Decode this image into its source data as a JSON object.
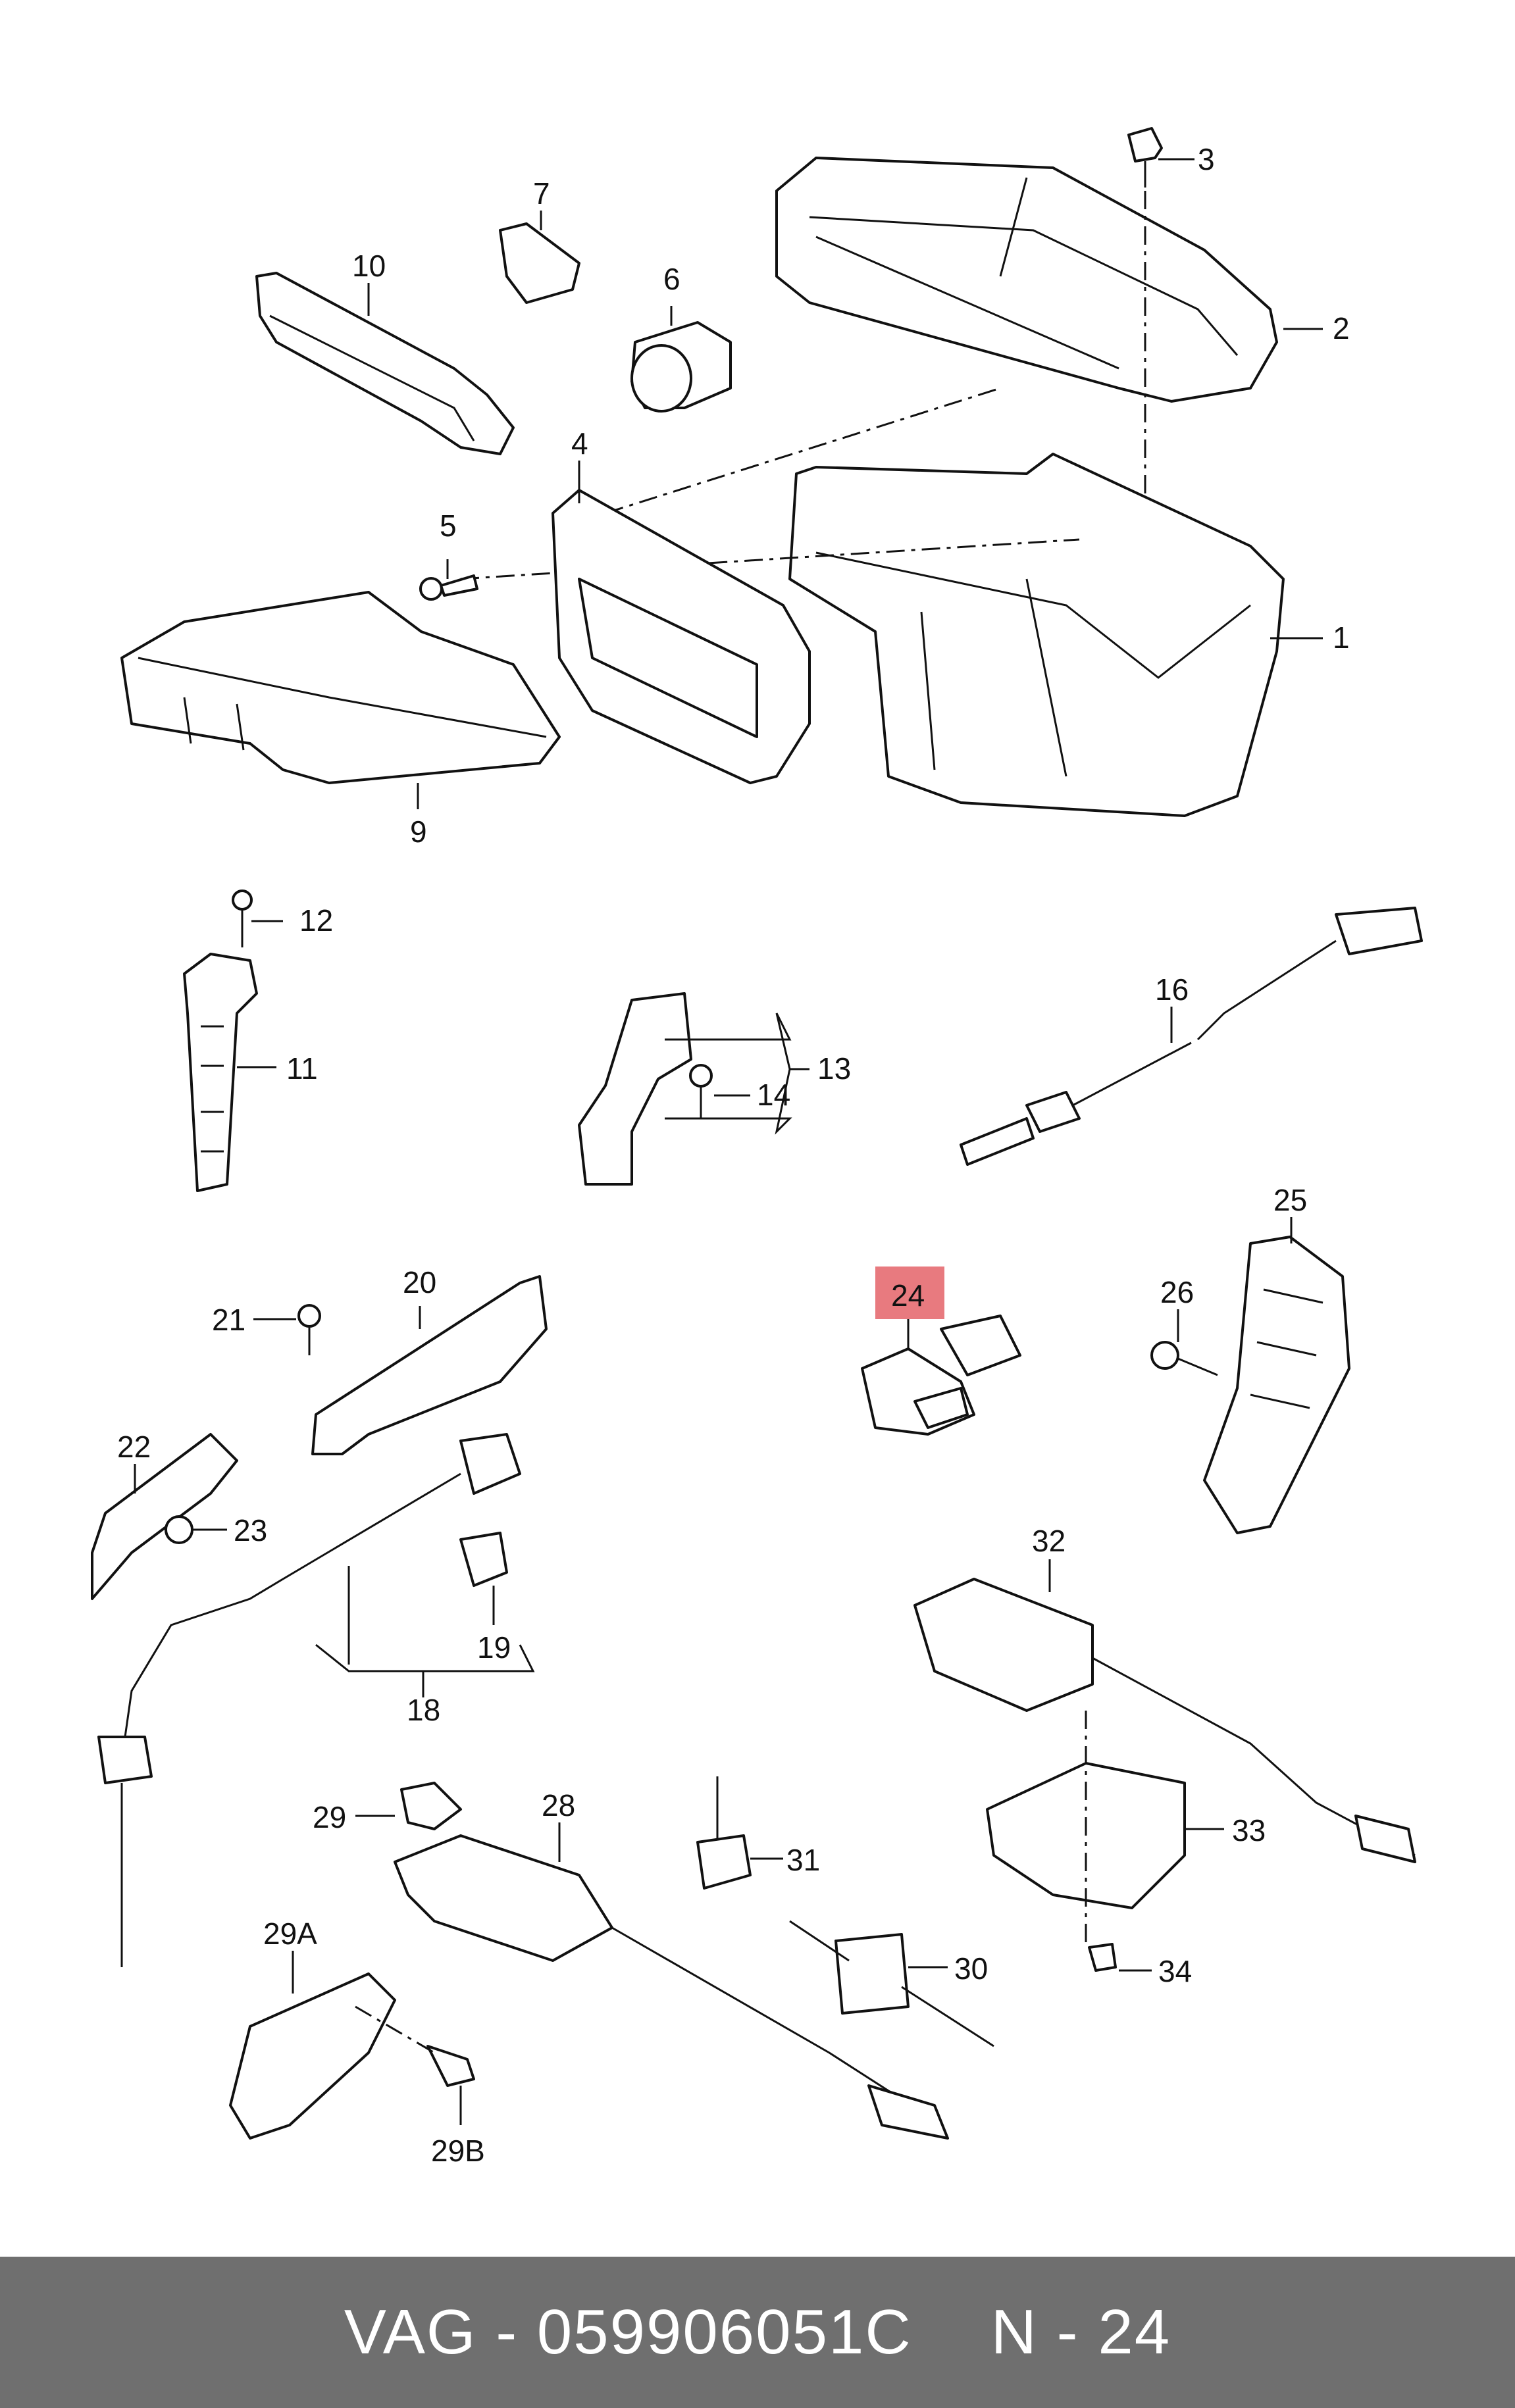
{
  "callouts": {
    "c1": "1",
    "c2": "2",
    "c3": "3",
    "c4": "4",
    "c5": "5",
    "c6": "6",
    "c7": "7",
    "c9": "9",
    "c10": "10",
    "c11": "11",
    "c12": "12",
    "c13": "13",
    "c14": "14",
    "c16": "16",
    "c18": "18",
    "c19": "19",
    "c20": "20",
    "c21": "21",
    "c22": "22",
    "c23": "23",
    "c24": "24",
    "c25": "25",
    "c26": "26",
    "c28": "28",
    "c29": "29",
    "c29a": "29A",
    "c29b": "29B",
    "c30": "30",
    "c31": "31",
    "c32": "32",
    "c33": "33",
    "c34": "34"
  },
  "highlight": {
    "part": "24",
    "color": "#e87a7f"
  },
  "footer": {
    "brand": "VAG - 059906051C",
    "ref": "N - 24",
    "background": "#6f6f6f"
  }
}
